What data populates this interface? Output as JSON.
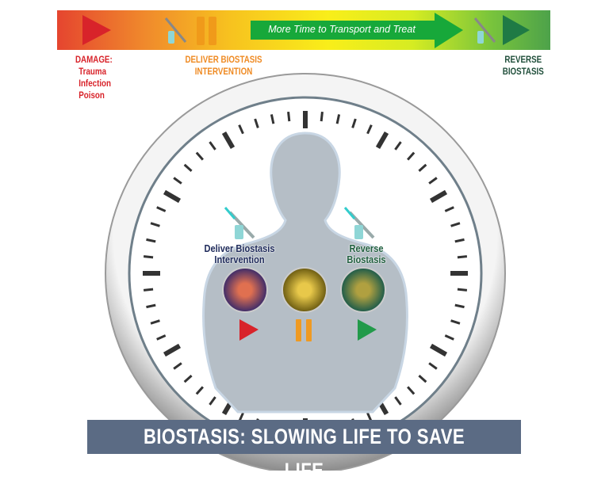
{
  "timeline": {
    "arrow_text": "More Time to Transport and Treat",
    "damage": {
      "title": "DAMAGE:",
      "items": [
        "Trauma",
        "Infection",
        "Poison"
      ]
    },
    "deliver": {
      "line1": "DELIVER BIOSTASIS",
      "line2": "INTERVENTION"
    },
    "reverse": {
      "line1": "REVERSE",
      "line2": "BIOSTASIS"
    },
    "icons": [
      "play-icon",
      "syringe-icon",
      "pause-icon",
      "arrow-right-icon",
      "syringe-icon",
      "play-icon"
    ]
  },
  "figure": {
    "deliver_caption": {
      "line1": "Deliver Biostasis",
      "line2": "Intervention"
    },
    "reverse_caption": {
      "line1": "Reverse",
      "line2": "Biostasis"
    },
    "cells": [
      {
        "state": "play",
        "color": "#7a4a9a"
      },
      {
        "state": "pause",
        "color": "#c9a52a"
      },
      {
        "state": "play",
        "color": "#2f8a5e"
      }
    ]
  },
  "banner": {
    "text": "BIOSTASIS: SLOWING LIFE TO SAVE LIFE"
  },
  "colors": {
    "damage": "#d8232a",
    "deliver": "#ef8a22",
    "reverse": "#1f6b43",
    "deliver_caption": "#1e2a5a",
    "reverse_caption": "#1f5e3e",
    "banner": "#5b6b84"
  }
}
